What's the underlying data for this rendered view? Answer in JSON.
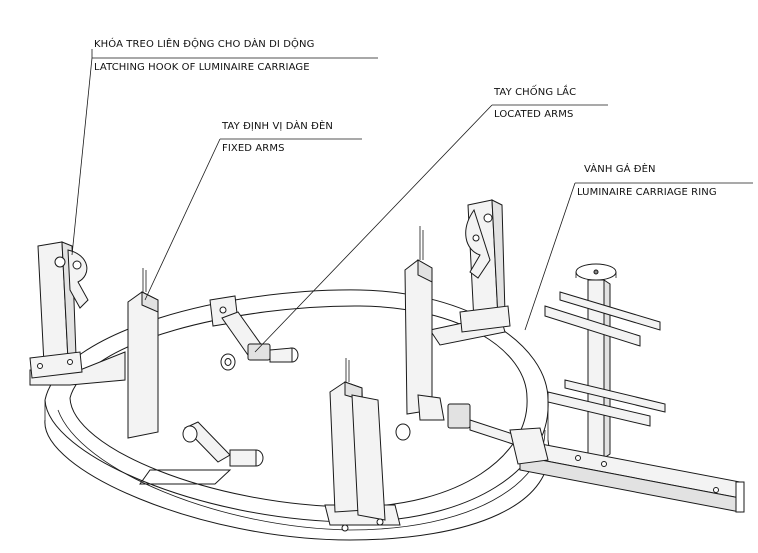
{
  "callouts": {
    "latching_hook": {
      "vi": "KHÓA TREO LIÊN ĐỘNG CHO DÀN DI DỘNG",
      "en": "LATCHING HOOK OF LUMINAIRE CARRIAGE"
    },
    "located_arms": {
      "vi": "TAY CHỐNG LẮC",
      "en": "LOCATED ARMS"
    },
    "fixed_arms": {
      "vi": "TAY ĐỊNH VỊ DÀN ĐÈN",
      "en": "FIXED ARMS"
    },
    "carriage_ring": {
      "vi": "VÀNH GÁ ĐÈN",
      "en": "LUMINAIRE CARRIAGE RING"
    }
  },
  "colors": {
    "line": "#1a1a1a",
    "background": "#ffffff"
  }
}
